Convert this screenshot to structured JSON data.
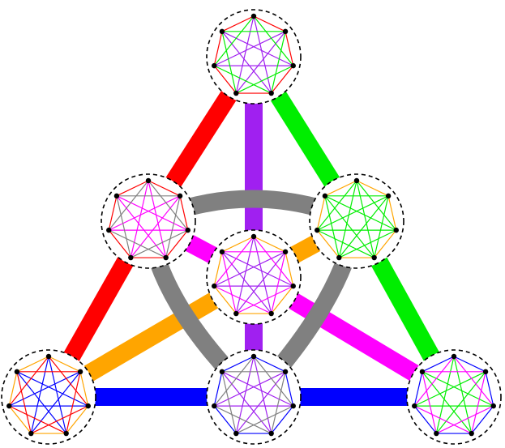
{
  "diagram": {
    "colors": {
      "red": "#ff0000",
      "green": "#00ee00",
      "purple": "#a020f0",
      "blue": "#0000ff",
      "orange": "#ffa500",
      "magenta": "#ff00ff",
      "gray": "#808080",
      "node": "#000000",
      "outline": "#000000"
    },
    "vertices_per_cluster": 7,
    "clusters": [
      {
        "id": "top",
        "edges": {
          "1": "red",
          "2": "green",
          "3": "purple"
        }
      },
      {
        "id": "mid-left",
        "edges": {
          "1": "red",
          "2": "gray",
          "3": "magenta"
        }
      },
      {
        "id": "mid-right",
        "edges": {
          "1": "orange",
          "2": "green",
          "3": "green"
        }
      },
      {
        "id": "center",
        "edges": {
          "1": "orange",
          "2": "magenta",
          "3": "purple"
        }
      },
      {
        "id": "bottom-left",
        "edges": {
          "1": "orange",
          "2": "red",
          "3": "blue"
        }
      },
      {
        "id": "bottom-center",
        "edges": {
          "1": "blue",
          "2": "gray",
          "3": "purple"
        }
      },
      {
        "id": "bottom-right",
        "edges": {
          "1": "blue",
          "2": "magenta",
          "3": "green"
        }
      }
    ],
    "connections": [
      {
        "from": "top",
        "to": "mid-left",
        "color": "red"
      },
      {
        "from": "mid-left",
        "to": "bottom-left",
        "color": "red"
      },
      {
        "from": "top",
        "to": "mid-right",
        "color": "green"
      },
      {
        "from": "mid-right",
        "to": "bottom-right",
        "color": "green"
      },
      {
        "from": "top",
        "to": "center",
        "color": "purple"
      },
      {
        "from": "center",
        "to": "bottom-center",
        "color": "purple"
      },
      {
        "from": "bottom-left",
        "to": "bottom-center",
        "color": "blue"
      },
      {
        "from": "bottom-center",
        "to": "bottom-right",
        "color": "blue"
      },
      {
        "from": "bottom-left",
        "to": "center",
        "color": "orange"
      },
      {
        "from": "center",
        "to": "mid-right",
        "color": "orange"
      },
      {
        "from": "mid-left",
        "to": "center",
        "color": "magenta"
      },
      {
        "from": "center",
        "to": "bottom-right",
        "color": "magenta"
      },
      {
        "from": "mid-left",
        "to": "mid-right",
        "color": "gray",
        "curve": "arc"
      },
      {
        "from": "mid-left",
        "to": "bottom-center",
        "color": "gray",
        "curve": "arc"
      },
      {
        "from": "mid-right",
        "to": "bottom-center",
        "color": "gray",
        "curve": "arc"
      }
    ]
  }
}
